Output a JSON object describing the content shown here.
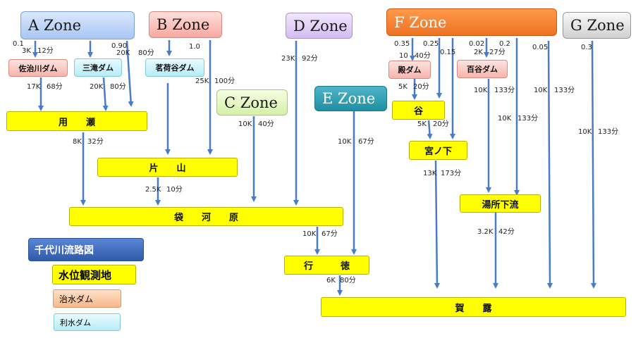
{
  "zones": {
    "a": "A Zone",
    "b": "B Zone",
    "c": "C Zone",
    "d": "D Zone",
    "e": "E Zone",
    "f": "F Zone",
    "g": "G Zone"
  },
  "dams": {
    "sajigawa": "佐治川ダム",
    "mitaki": "三滝ダム",
    "shigadani": "茗荷谷ダム",
    "tono": "殿ダム",
    "hyakudani": "百谷ダム"
  },
  "stations": {
    "mochigase": "用　　瀬",
    "katayama": "片　　山",
    "fukurogawara": "袋　　河　　原",
    "tani": "谷",
    "miyanoshita": "宮ノ下",
    "yudokoro": "湯所下流",
    "gyotoku": "行　　　徳",
    "kawara": "賀　　露"
  },
  "labels": {
    "a_coef1": "0.1",
    "a_dist1": "3K",
    "a_time1": "12分",
    "a_coef2": "0.90",
    "a_dist2": "20K",
    "sajigawa_dist": "17K",
    "sajigawa_time": "68分",
    "mitaki_dist": "20K",
    "mitaki_time": "80分",
    "b_time1": "80分",
    "b_coef": "1.0",
    "b_dist2": "25K",
    "b_time2": "100分",
    "mochigase_dist": "8K",
    "mochigase_time": "32分",
    "katayama_dist": "2.5K",
    "katayama_time": "10分",
    "c_dist": "10K",
    "c_time": "40分",
    "d_dist": "23K",
    "d_time": "92分",
    "e_dist": "10K",
    "e_time": "67分",
    "fuku_dist": "10K",
    "fuku_time": "67分",
    "gyotoku_dist": "6K",
    "gyotoku_time": "80分",
    "f_coef1": "0.35",
    "f_coef2": "0.25",
    "f_coef3": "0.15",
    "f_dist1": "10",
    "f_time1": "40分",
    "f_coef4": "0.02",
    "f_coef5": "0.2",
    "f_dist4": "2K",
    "f_time4": "27分",
    "f_coef6": "0.05",
    "tono_dist": "5K",
    "tono_time": "20分",
    "tani_dist": "5K",
    "tani_time": "20分",
    "hyaku_dist": "10K",
    "hyaku_time": "133分",
    "f2_dist": "10K",
    "f2_time": "133分",
    "f3_dist": "10K",
    "f3_time": "133分",
    "g_coef": "0.3",
    "g_dist": "10K",
    "g_time": "133分",
    "miya_dist": "13K",
    "miya_time": "173分",
    "yudo_dist": "3.2K",
    "yudo_time": "42分"
  },
  "legend": {
    "title": "千代川流路図",
    "station": "水位観測地",
    "flood_dam": "治水ダム",
    "water_dam": "利水ダム"
  },
  "colors": {
    "arrow": "#4a7cc4",
    "station": "#ffff00"
  }
}
